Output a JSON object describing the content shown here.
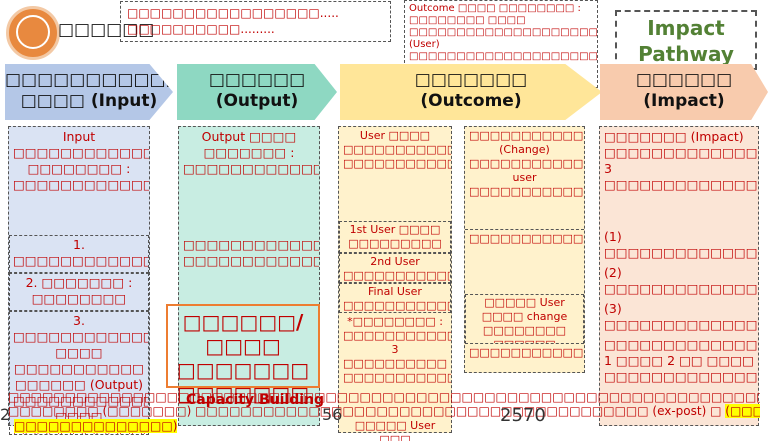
{
  "header": {
    "logo_title": "□□□□□□",
    "note_top": "□□□□□□□□□□□□□□□□□.....",
    "note_top2": "□□□□□□□□□□.........",
    "note_outcome": "Outcome □□□□ □□□□□□□□ : □□□□□□□□ □□□□ □□□□□□□□□□□□□□□□□□□□□□□□□□□□□□□□□□□□□□□□□□□□□□□□□□□□□□□□□□□□□□□□□ (User) □□□□□□□□□□□□□□□□□□□□",
    "impact_pathway_line1": "Impact",
    "impact_pathway_line2": "Pathway"
  },
  "arrows": {
    "input_line1": "□□□□□□□□□□□",
    "input_line2": "□□□□ (Input)",
    "output_line1": "□□□□□□",
    "output_line2": "(Output)",
    "outcome_line1": "□□□□□□□",
    "outcome_line2": "(Outcome)",
    "impact_line1": "□□□□□□",
    "impact_line2": "(Impact)"
  },
  "input_col": {
    "intro": "Input □□□□□□□□□□□□□ □□□□□□□□ : □□□□□□□□□□□□□□□□□□□□□□□□□□□□□□□□□□□□□□□□□□□□□□□□□□□□□□□□□□□□□□□",
    "item1": "1. □□□□□□□□□□□□□□□□",
    "item2": "2. □□□□□□□ : □□□□□□□□",
    "item3": "3. □□□□□□□□□□□□□ □□□□ □□□□□□□□□□□ □□□□□□ (Output) □□□□□□□□□□□□□□□□□□□□□□□□□□□□ □□□□ □□□□□□□□□□□□□□ (□□□□□□)"
  },
  "output_col": {
    "intro": "Output □□□□ □□□□□□□ : □□□□□□□□□□□□□□□□□□□□□□□□□□□□□□□□□□□□□□□□□□□□□□□□□□□□□□□□□□□",
    "body": "□□□□□□□□□□□□□□□□□□□□□□□□□□□□□□□□□□□□□□□□ □□□□□□□□□□□□□□□□□□□□□□□□"
  },
  "outcome_col1": {
    "intro": "User □□□□ □□□□□□□□□□□□□□□□□□□□□□□□□□□□□□□□□□ □□□□□□□□□□□□□□□□□□□□□□□□□□□□□□□□□□□□",
    "user1": "1st User □□□□ □□□□□□□□□",
    "user2": "2nd User □□□□□□□□□□□□□□□□□□",
    "user_final": "Final User □□□□□□□□□□□□□□□□□□□",
    "note": "*□□□□□□□□ : □□□□□□□□□□□□□□□□□□□□□□□□□□□□□□□□□□□□□□□ 3 □□□□□□□□□□ □□□□□□□□□□□□□□□□□□□□□□□□□□□□",
    "bottom": "□□□□□ User □□□"
  },
  "outcome_col2": {
    "intro": "□□□□□□□□□□□□□□□□□□□□□□□□□ (Change) □□□□□□□□□□□□□□□□□□□□□□□□□□□□□□□□□□□□□□□□ user □□□□□□□□□□□□",
    "mid": "□□□□□□□□□□□□□□□□□□□□□□□□□□□□□□□□□□□□□□□□□□□□□□□□□□□□□□□",
    "boxed": "□□□□□ User □□□□ change □□□□□□□□ □□□□□□",
    "tail": "□□□□□□□□□□□□□□□□□□□□□□□□□□□□□□□□□□□□□□□"
  },
  "impact_col": {
    "intro": "□□□□□□□ (Impact) □□□□□□□□□□□□□□□□□□□□□□□□□□□□□□□□□□□□□□□□□□□□□□□□□□□□□□□□□□□□□ 3 □□□□□□□□□□□□□",
    "item1": "(1) □□□□□□□□□□□□□□□□□",
    "item2": "(2) □□□□□□□□□□□□□□□□□□□",
    "item3": "(3) □□□□□□□□□□□□□□□□□□□□□",
    "tail": "□□□□□□□□□□□□□□□□□□□□□□□□□□□□□□□□□□□□□□□□□□□□□□□□□□□□□□□ 1 □□□□ 2 □□ □□□□ □□□□□□□□□□□□□□□□□"
  },
  "overlay": {
    "orange_line1": "□□□□□□/□□□□",
    "orange_line2": "□□□□□□□",
    "orange_line3": "□□□□□□□",
    "cap_building": "Capacity Building",
    "bottom_line1": "□□□□□□□□□□□□□□□□□□□□□□□□□□□□□□□□□□□□□□□□□□□□□□□□□□□□□□□□□□□□□□□□□□□□□□□□□□ (□□□□ ex-ante) □□□□□",
    "bottom_line2": "□□□□□□□□ (□□□□□□□) □□□□□□□□□□□□□□□□□□□□□□□□□□□□□□□□□□□□□□□□ (ex-post) □",
    "highlight_right": "(□□□□□□□□",
    "highlight_left": "□□□□□□□□□□□□□□)",
    "num_left": "2",
    "num_mid": "56",
    "year": "2570"
  }
}
